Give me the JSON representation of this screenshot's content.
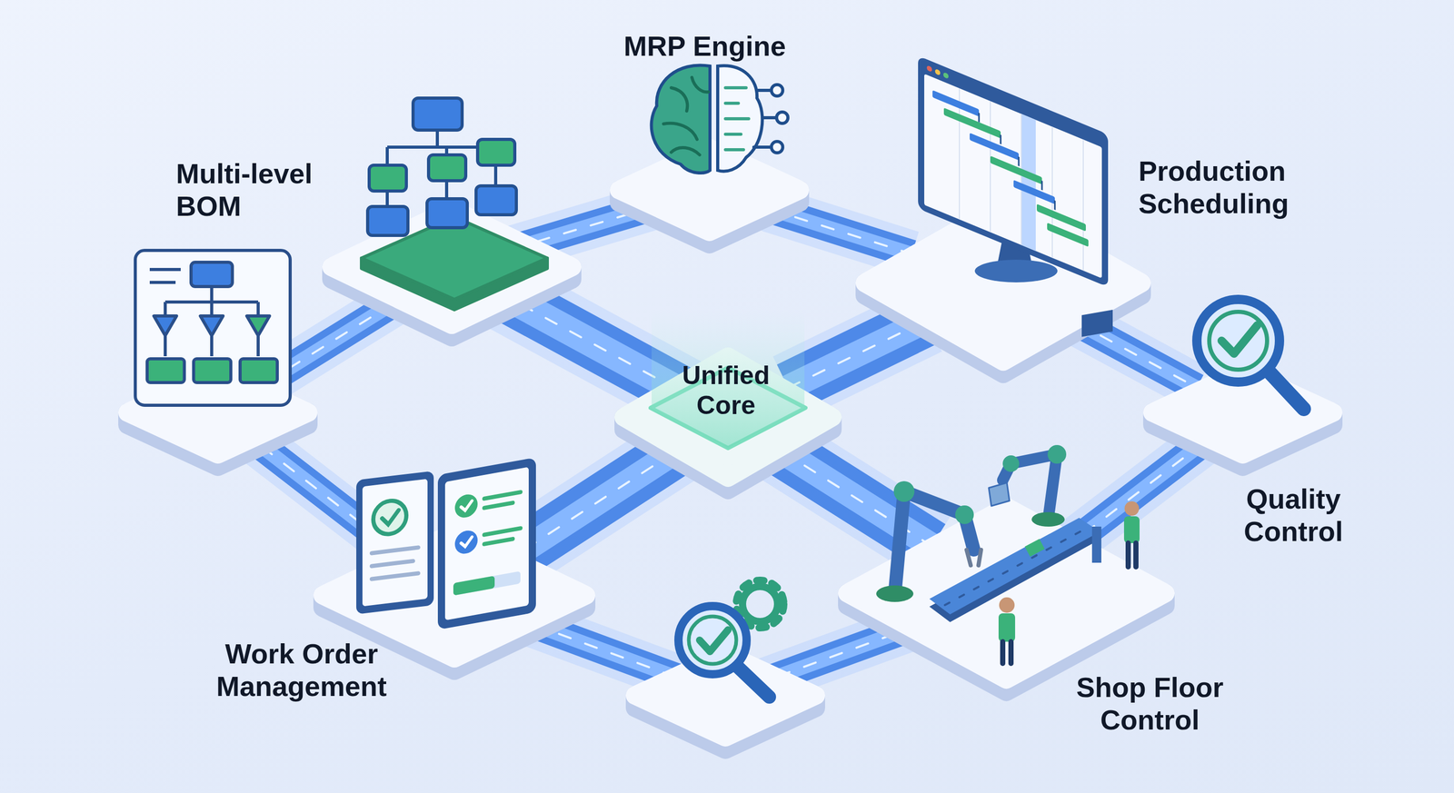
{
  "diagram": {
    "nodes": [
      {
        "text": [
          "MRP Engine"
        ]
      },
      {
        "text": [
          "Multi-level BOM"
        ]
      },
      {
        "text": [
          "Production Scheduling"
        ]
      },
      {
        "text": [
          "Unified Core"
        ]
      },
      {
        "text": [
          "Quality Control"
        ]
      },
      {
        "text": [
          "Work Order Management"
        ]
      },
      {
        "text": [
          "Shop Floor Control"
        ]
      }
    ],
    "edges": [
      {
        "from": 0,
        "to": 2,
        "arrow": "none"
      },
      {
        "from": 3,
        "to": 2,
        "arrow": "none"
      },
      {
        "from": 2,
        "to": 4,
        "arrow": "none"
      },
      {
        "from": 3,
        "to": 5,
        "arrow": "none"
      },
      {
        "from": 3,
        "to": 6,
        "arrow": "none"
      },
      {
        "from": 4,
        "to": 6,
        "arrow": "none"
      }
    ]
  }
}
